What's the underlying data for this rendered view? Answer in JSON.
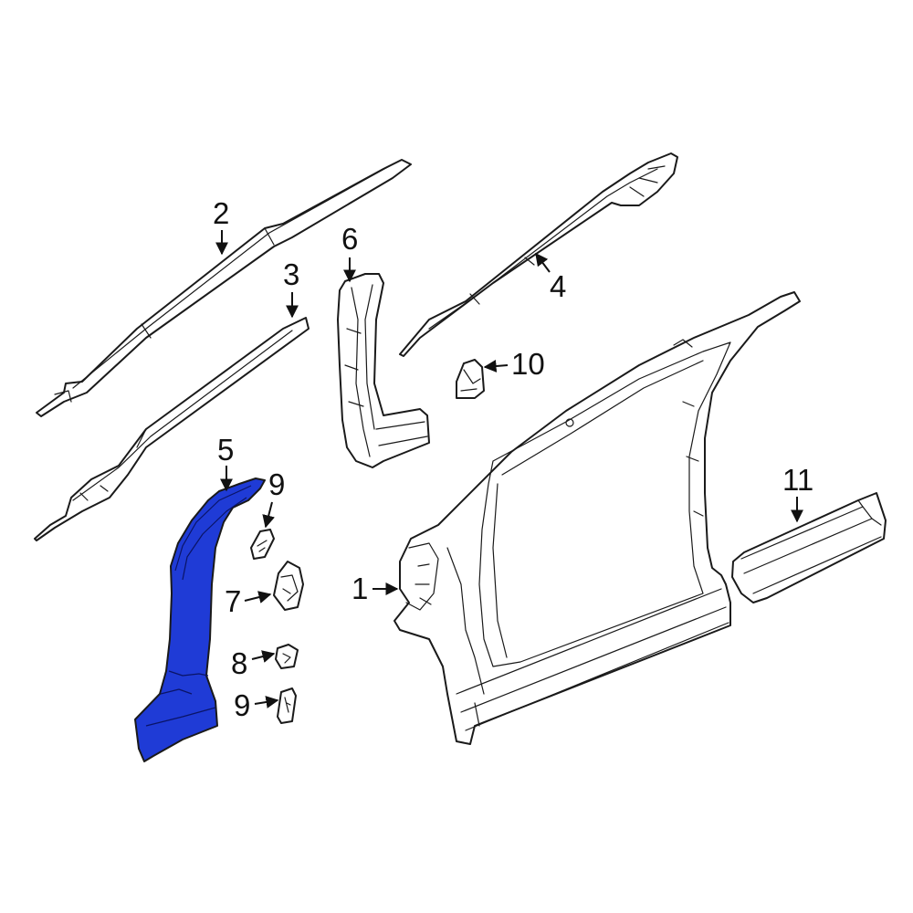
{
  "diagram": {
    "highlight_color": "#1f3bd6",
    "callouts": [
      {
        "id": "c1",
        "label": "1"
      },
      {
        "id": "c2",
        "label": "2"
      },
      {
        "id": "c3",
        "label": "3"
      },
      {
        "id": "c4",
        "label": "4"
      },
      {
        "id": "c5",
        "label": "5"
      },
      {
        "id": "c6",
        "label": "6"
      },
      {
        "id": "c7",
        "label": "7"
      },
      {
        "id": "c8",
        "label": "8"
      },
      {
        "id": "c9a",
        "label": "9"
      },
      {
        "id": "c9b",
        "label": "9"
      },
      {
        "id": "c10",
        "label": "10"
      },
      {
        "id": "c11",
        "label": "11"
      }
    ],
    "highlighted_part": "5"
  }
}
